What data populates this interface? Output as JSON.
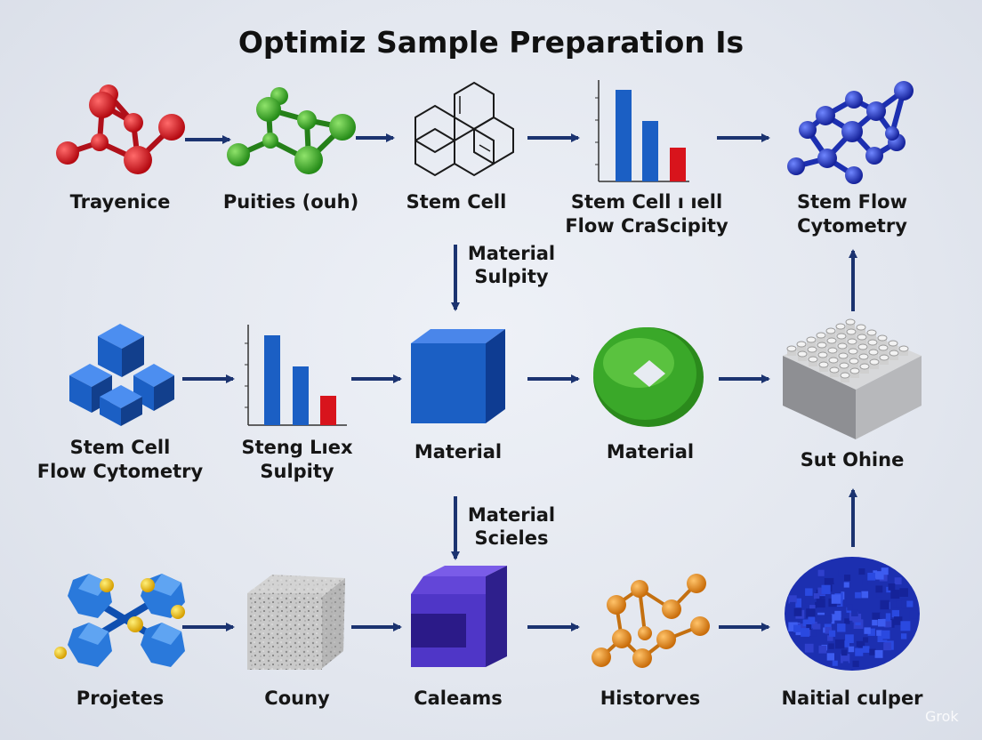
{
  "title": "Optimiz Sample Preparation Is",
  "nodes": [
    {
      "id": "n1",
      "icon": "red-molecule-icon",
      "label": [
        "Trayenice"
      ]
    },
    {
      "id": "n2",
      "icon": "green-molecule-icon",
      "label": [
        "Puities (ouh)"
      ]
    },
    {
      "id": "n3",
      "icon": "hexagon-structure-icon",
      "label": [
        "Stem Cell"
      ]
    },
    {
      "id": "n4",
      "icon": "bar-chart-icon",
      "label": [
        "Stem Cell ı ıell",
        "Flow CraScipity"
      ]
    },
    {
      "id": "n5",
      "icon": "blue-network-icon",
      "label": [
        "Stem Flow",
        "Cytometry"
      ]
    },
    {
      "id": "n6",
      "icon": "blue-cubes-icon",
      "label": [
        "Stem Cell",
        "Flow Cytometry"
      ]
    },
    {
      "id": "n7",
      "icon": "bar-chart-icon",
      "label": [
        "Steng Lıex",
        "Sulpity"
      ]
    },
    {
      "id": "n8",
      "icon": "blue-cube-icon",
      "label": [
        "Material"
      ]
    },
    {
      "id": "n9",
      "icon": "green-ring-icon",
      "label": [
        "Material"
      ]
    },
    {
      "id": "n10",
      "icon": "pegboard-block-icon",
      "label": [
        "Sut Ohine"
      ]
    },
    {
      "id": "n11",
      "icon": "crystal-lattice-icon",
      "label": [
        "Projetes"
      ]
    },
    {
      "id": "n12",
      "icon": "stone-cube-icon",
      "label": [
        "Couny"
      ]
    },
    {
      "id": "n13",
      "icon": "purple-frame-icon",
      "label": [
        "Caleams"
      ]
    },
    {
      "id": "n14",
      "icon": "orange-chain-icon",
      "label": [
        "Historves"
      ]
    },
    {
      "id": "n15",
      "icon": "blue-voxel-cluster-icon",
      "label": [
        "Naitial culper"
      ]
    }
  ],
  "edge_labels": [
    {
      "id": "e1",
      "label": [
        "Material",
        "Sulpity"
      ]
    },
    {
      "id": "e2",
      "label": [
        "Material",
        "Scieles"
      ]
    }
  ],
  "colors": {
    "arrow": "#1b3370",
    "red": "#d8141c",
    "green": "#3aa829",
    "blue": "#1b5fc4",
    "navy_blue": "#1c2fb0",
    "purple": "#4f36c7",
    "orange": "#e58a1a",
    "gold": "#f2c20f",
    "grey": "#a9aaad"
  },
  "watermark": "Grok"
}
